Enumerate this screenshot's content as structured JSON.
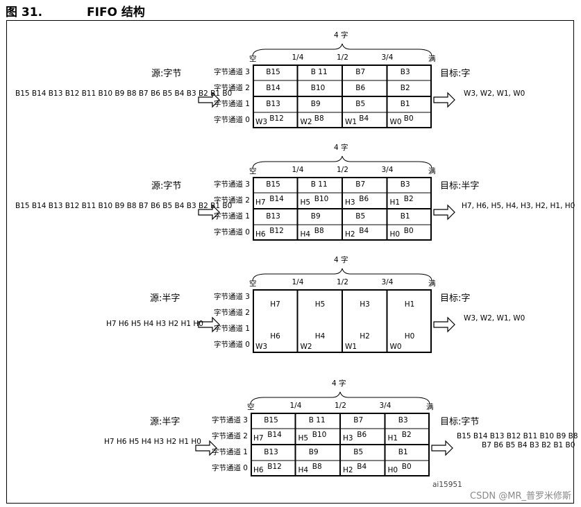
{
  "figure": {
    "number": "图 31.",
    "name": "FIFO 结构"
  },
  "watermark": "CSDN @MR_普罗米修斯",
  "code": "ai15951",
  "sections": [
    {
      "width_label": "4 字",
      "ticks": [
        "空",
        "1/4",
        "1/2",
        "3/4",
        "满"
      ],
      "source_label": "源:字节",
      "target_label": "目标:字",
      "input_seq": "B15 B14 B13 B12 B11 B10 B9 B8 B7 B6 B5 B4 B3 B2 B1 B0",
      "output_seq": [
        "W3, W2, W1, W0"
      ],
      "lanes": [
        "字节通道 3",
        "字节通道 2",
        "字节通道 1",
        "字节通道 0"
      ],
      "merged": false,
      "cells": [
        [
          "B15",
          "B 11",
          "B7",
          "B3"
        ],
        [
          "B14",
          "B10",
          "B6",
          "B2"
        ],
        [
          "B13",
          "B9",
          "B5",
          "B1"
        ],
        [
          "B12",
          "B8",
          "B4",
          "B0"
        ]
      ],
      "marks": [
        {
          "row": 3,
          "col": 0,
          "text": "W3"
        },
        {
          "row": 3,
          "col": 1,
          "text": "W2"
        },
        {
          "row": 3,
          "col": 2,
          "text": "W1"
        },
        {
          "row": 3,
          "col": 3,
          "text": "W0"
        }
      ]
    },
    {
      "width_label": "4 字",
      "ticks": [
        "空",
        "1/4",
        "1/2",
        "3/4",
        "满"
      ],
      "source_label": "源:字节",
      "target_label": "目标:半字",
      "input_seq": "B15 B14 B13 B12 B11 B10 B9 B8 B7 B6 B5 B4 B3 B2 B1 B0",
      "output_seq": [
        "H7, H6, H5, H4, H3, H2, H1, H0"
      ],
      "lanes": [
        "字节通道 3",
        "字节通道 2",
        "字节通道 1",
        "字节通道 0"
      ],
      "merged": false,
      "cells": [
        [
          "B15",
          "B 11",
          "B7",
          "B3"
        ],
        [
          "B14",
          "B10",
          "B6",
          "B2"
        ],
        [
          "B13",
          "B9",
          "B5",
          "B1"
        ],
        [
          "B12",
          "B8",
          "B4",
          "B0"
        ]
      ],
      "marks": [
        {
          "row": 1,
          "col": 0,
          "text": "H7"
        },
        {
          "row": 1,
          "col": 1,
          "text": "H5"
        },
        {
          "row": 1,
          "col": 2,
          "text": "H3"
        },
        {
          "row": 1,
          "col": 3,
          "text": "H1"
        },
        {
          "row": 3,
          "col": 0,
          "text": "H6"
        },
        {
          "row": 3,
          "col": 1,
          "text": "H4"
        },
        {
          "row": 3,
          "col": 2,
          "text": "H2"
        },
        {
          "row": 3,
          "col": 3,
          "text": "H0"
        }
      ]
    },
    {
      "width_label": "4 字",
      "ticks": [
        "空",
        "1/4",
        "1/2",
        "3/4",
        "满"
      ],
      "source_label": "源:半字",
      "target_label": "目标:字",
      "input_seq": "H7 H6 H5 H4 H3 H2 H1 H0",
      "output_seq": [
        "W3, W2, W1, W0"
      ],
      "lanes": [
        "字节通道 3",
        "字节通道 2",
        "字节通道 1",
        "字节通道 0"
      ],
      "merged": true,
      "cells": [
        [
          "H7",
          "H5",
          "H3",
          "H1"
        ],
        [
          "H6",
          "H4",
          "H2",
          "H0"
        ]
      ],
      "marks": [
        {
          "row": 3,
          "col": 0,
          "text": "W3"
        },
        {
          "row": 3,
          "col": 1,
          "text": "W2"
        },
        {
          "row": 3,
          "col": 2,
          "text": "W1"
        },
        {
          "row": 3,
          "col": 3,
          "text": "W0"
        }
      ]
    },
    {
      "width_label": "4 字",
      "ticks": [
        "空",
        "1/4",
        "1/2",
        "3/4",
        "满"
      ],
      "source_label": "源:半字",
      "target_label": "目标:字节",
      "input_seq": "H7 H6 H5 H4 H3 H2 H1 H0",
      "output_seq": [
        "B15 B14 B13 B12 B11 B10 B9 B8",
        "B7 B6 B5 B4 B3 B2 B1 B0"
      ],
      "lanes": [
        "字节通道 3",
        "字节通道 2",
        "字节通道 1",
        "字节通道 0"
      ],
      "merged": false,
      "cells": [
        [
          "B15",
          "B 11",
          "B7",
          "B3"
        ],
        [
          "B14",
          "B10",
          "B6",
          "B2"
        ],
        [
          "B13",
          "B9",
          "B5",
          "B1"
        ],
        [
          "B12",
          "B8",
          "B4",
          "B0"
        ]
      ],
      "marks": [
        {
          "row": 1,
          "col": 0,
          "text": "H7"
        },
        {
          "row": 1,
          "col": 1,
          "text": "H5"
        },
        {
          "row": 1,
          "col": 2,
          "text": "H3"
        },
        {
          "row": 1,
          "col": 3,
          "text": "H1"
        },
        {
          "row": 3,
          "col": 0,
          "text": "H6"
        },
        {
          "row": 3,
          "col": 1,
          "text": "H4"
        },
        {
          "row": 3,
          "col": 2,
          "text": "H2"
        },
        {
          "row": 3,
          "col": 3,
          "text": "H0"
        }
      ]
    }
  ]
}
